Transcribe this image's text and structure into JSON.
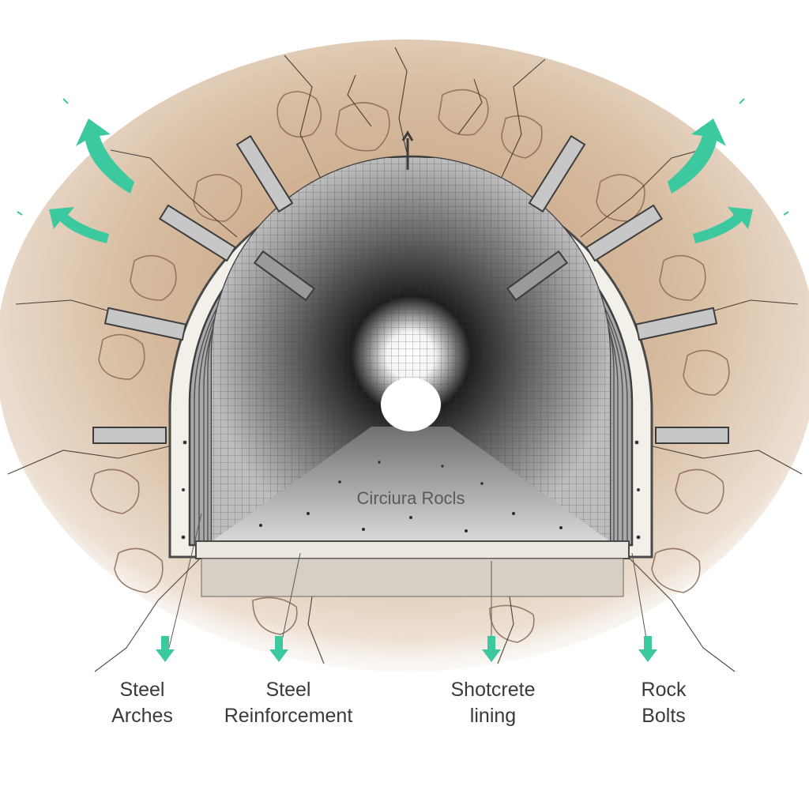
{
  "floor_caption": "Circiura Rocls",
  "labels": {
    "steel_arches": {
      "line1": "Steel",
      "line2": "Arches"
    },
    "steel_reinforcement": {
      "line1": "Steel",
      "line2": "Reinforcement"
    },
    "shotcrete_lining": {
      "line1": "Shotcrete",
      "line2": "lining"
    },
    "rock_bolts": {
      "line1": "Rock",
      "line2": "Bolts"
    }
  },
  "colors": {
    "rock": "#c9a98a",
    "rock_light": "#e8d8c6",
    "crack": "#4a3a30",
    "lining": "#f2efe8",
    "steel": "#7d7d7d",
    "arrow_accent": "#3cc9a0",
    "label_text": "#3a3a3a"
  }
}
